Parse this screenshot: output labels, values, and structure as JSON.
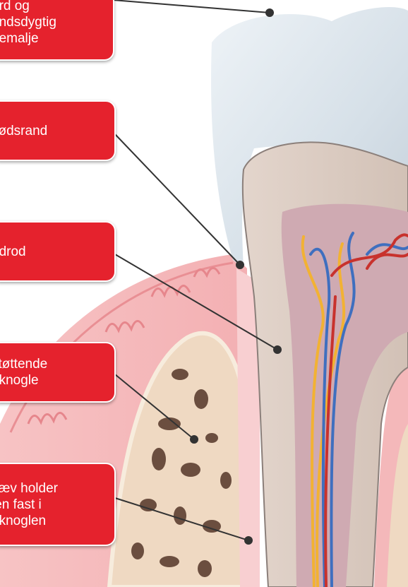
{
  "diagram_title": "",
  "colors": {
    "label_bg": "#e5222d",
    "label_text": "#ffffff",
    "enamel": "#dfe7ee",
    "dentin": "#d8c8bf",
    "pulp": "#c9a7ad",
    "gum": "#f2a9ad",
    "bone": "#efd9c2",
    "artery": "#c8322d",
    "vein": "#3f6fbf",
    "nerve": "#f2b233"
  },
  "labels": [
    {
      "id": "enamel",
      "lines": [
        "ard og",
        "andsdygtig",
        "demalje"
      ]
    },
    {
      "id": "gumline",
      "lines": [
        "kødsrand"
      ]
    },
    {
      "id": "root",
      "lines": [
        "ndrod"
      ]
    },
    {
      "id": "bone",
      "lines": [
        "støttende",
        "eknogle"
      ]
    },
    {
      "id": "ligament",
      "lines": [
        "væv holder",
        "len fast i",
        "eknoglen"
      ]
    }
  ]
}
